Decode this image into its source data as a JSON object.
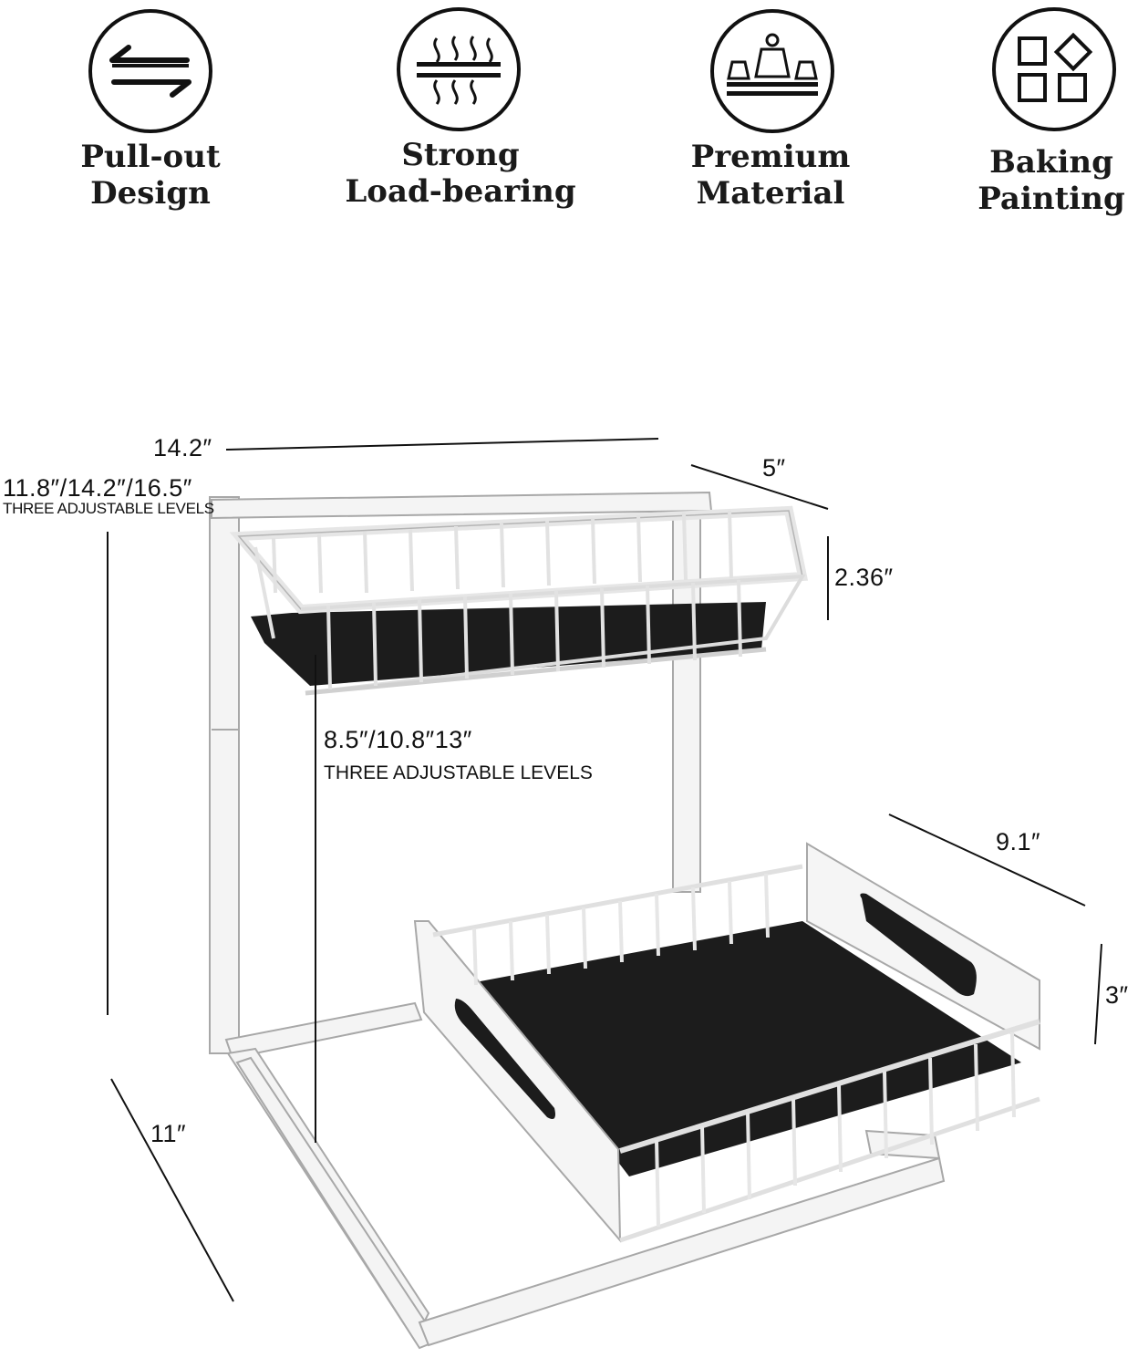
{
  "features": [
    {
      "label": "Pull-out\nDesign",
      "icon": "pull-out-arrows-icon"
    },
    {
      "label": "Strong\nLoad-bearing",
      "icon": "load-bearing-icon"
    },
    {
      "label": "Premium\nMaterial",
      "icon": "weights-icon"
    },
    {
      "label": "Baking\nPainting",
      "icon": "shapes-icon"
    }
  ],
  "dimensions": {
    "width_top": "14.2″",
    "depth_top": "5″",
    "height_total": "11.8″/14.2″/16.5″",
    "height_total_note": "THREE ADJUSTABLE LEVELS",
    "top_basket_height": "2.36″",
    "inner_height": "8.5″/10.8″13″",
    "inner_height_note": "THREE ADJUSTABLE LEVELS",
    "bottom_width": "9.1″",
    "bottom_basket_height": "3″",
    "depth_bottom": "11″"
  },
  "colors": {
    "frame": "#f4f4f4",
    "frame_stroke": "#a8a8a8",
    "mat": "#1c1c1c",
    "ink": "#111111"
  }
}
